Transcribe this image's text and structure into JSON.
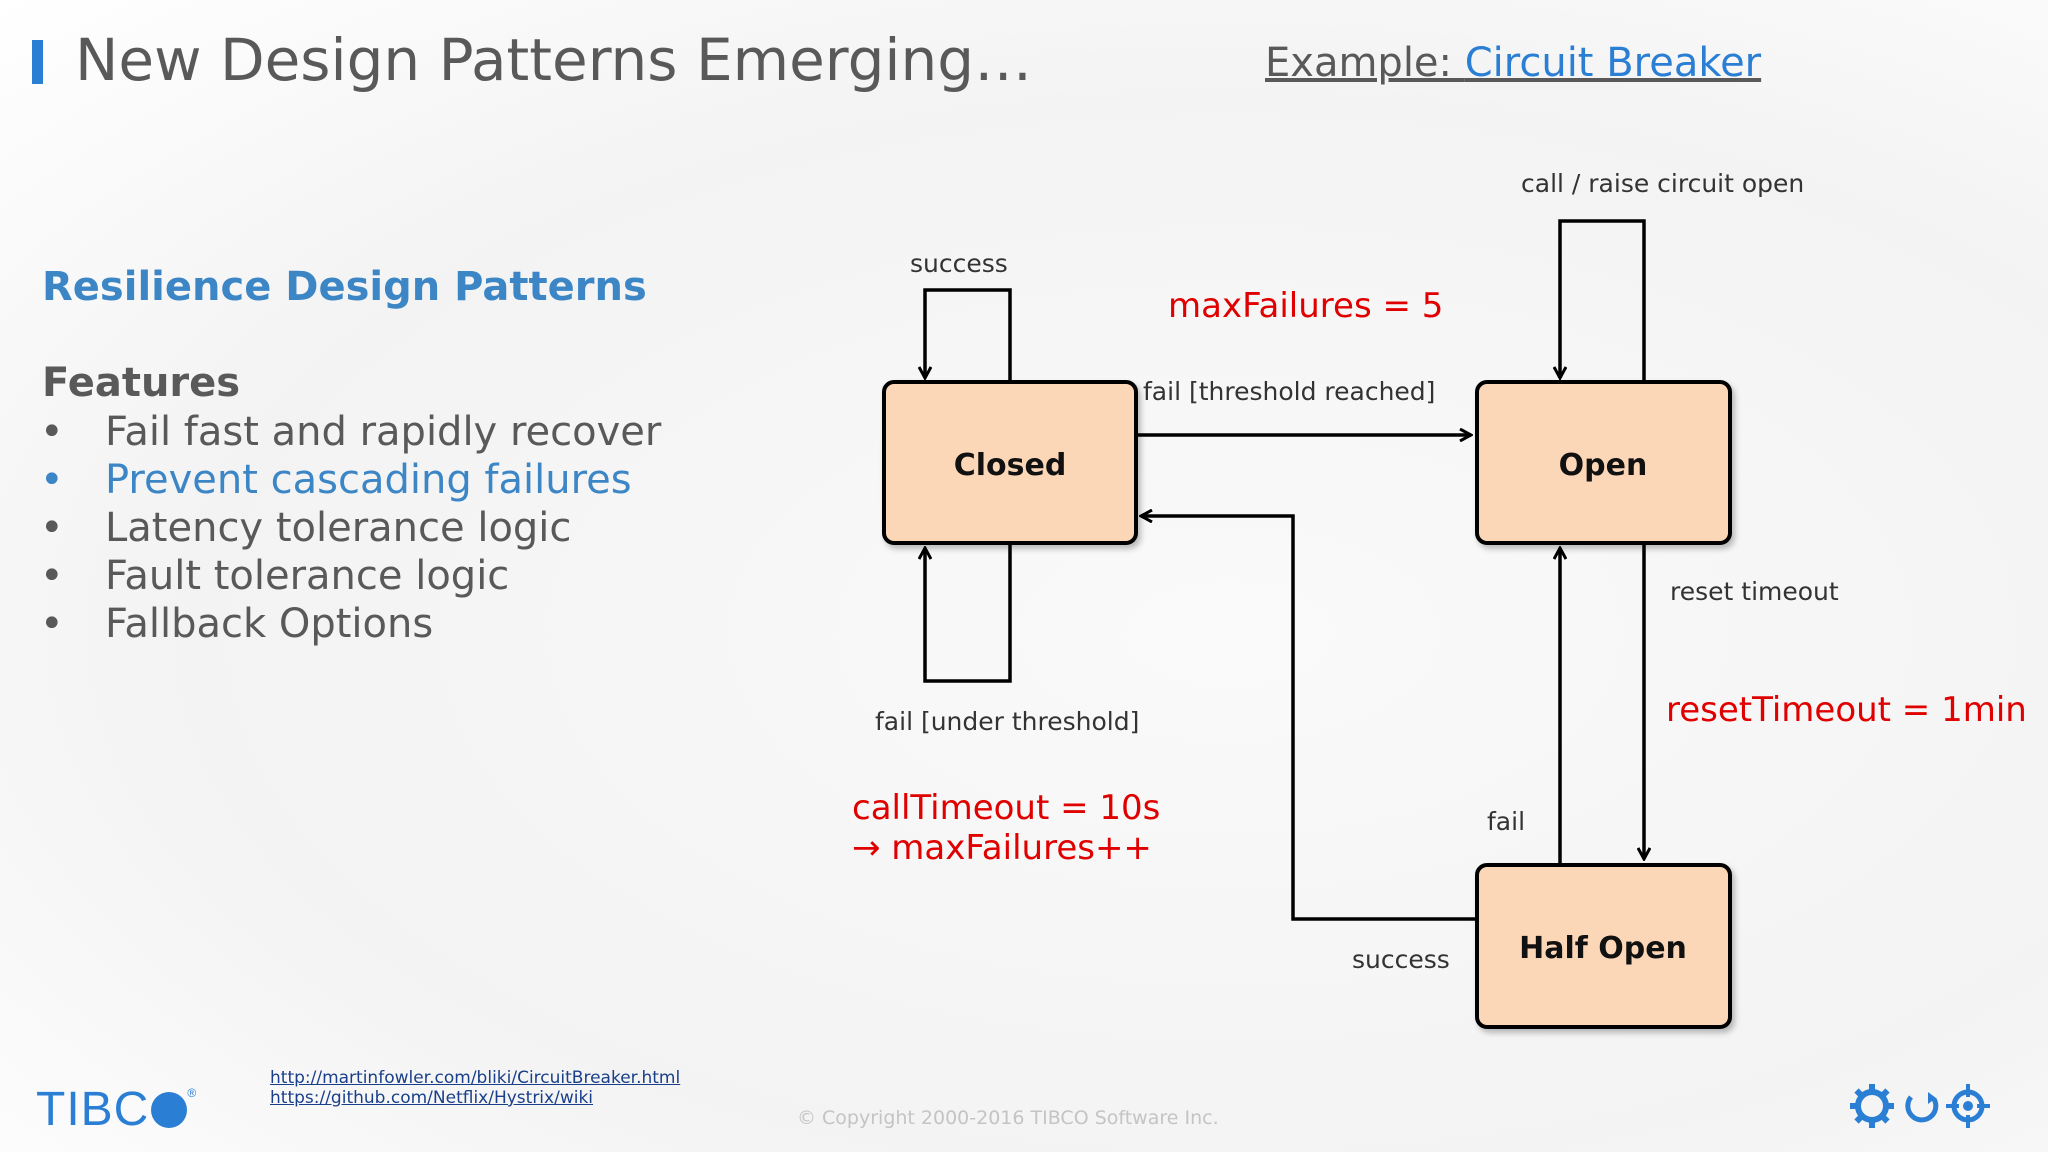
{
  "header": {
    "title": "New Design Patterns Emerging…",
    "example_prefix": "Example: ",
    "example_link": "Circuit Breaker"
  },
  "left": {
    "section_heading": "Resilience Design Patterns",
    "features_heading": "Features",
    "bullet_char": "•",
    "features": [
      {
        "text": "Fail fast and rapidly recover",
        "highlighted": false
      },
      {
        "text": "Prevent cascading failures",
        "highlighted": true
      },
      {
        "text": "Latency tolerance logic",
        "highlighted": false
      },
      {
        "text": "Fault tolerance logic",
        "highlighted": false
      },
      {
        "text": "Fallback Options",
        "highlighted": false
      }
    ]
  },
  "diagram": {
    "states": {
      "closed": "Closed",
      "open": "Open",
      "half_open": "Half Open"
    },
    "labels": {
      "closed_success": "success",
      "closed_fail_under": "fail [under threshold]",
      "closed_to_open": "fail [threshold reached]",
      "open_self": "call / raise circuit open",
      "open_to_half": "reset timeout",
      "half_to_open": "fail",
      "half_to_closed": "success"
    },
    "annotations": {
      "max_failures": "maxFailures = 5",
      "reset_timeout": "resetTimeout = 1min",
      "call_timeout_line1": "callTimeout = 10s",
      "call_timeout_line2": "→ maxFailures++"
    },
    "colors": {
      "state_fill": "#fbd7b8",
      "annotation": "#e00000"
    }
  },
  "footer": {
    "links": [
      "http://martinfowler.com/bliki/CircuitBreaker.html",
      "https://github.com/Netflix/Hystrix/wiki"
    ],
    "copyright": "© Copyright 2000-2016 TIBCO Software Inc.",
    "logo_text": "TIBC",
    "logo_registered": "®"
  },
  "icons": [
    "gear-icon",
    "refresh-icon",
    "target-icon"
  ],
  "accent_color": "#2a7fd4"
}
